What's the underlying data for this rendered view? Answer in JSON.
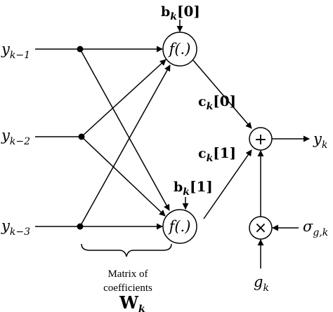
{
  "inputs": [
    {
      "base": "y",
      "sub": "k−1"
    },
    {
      "base": "y",
      "sub": "k−2"
    },
    {
      "base": "y",
      "sub": "k−3"
    }
  ],
  "neurons": {
    "function_label": "f(.)",
    "bias_top": {
      "bold": "b",
      "sub": "k",
      "index": "[0]"
    },
    "bias_bottom": {
      "bold": "b",
      "sub": "k",
      "index": "[1]"
    }
  },
  "weights": {
    "top": {
      "bold": "c",
      "sub": "k",
      "index": "[0]"
    },
    "bottom": {
      "bold": "c",
      "sub": "k",
      "index": "[1]"
    }
  },
  "summer_symbol": "+",
  "multiplier_symbol": "×",
  "output": {
    "base": "y",
    "sub": "k"
  },
  "gain": {
    "base": "g",
    "sub": "k"
  },
  "sigma": {
    "base": "σ",
    "sub": "g,k"
  },
  "caption": {
    "line1": "Matrix of",
    "line2": "coefficients",
    "matrix": {
      "bold": "W",
      "sub": "k"
    }
  }
}
